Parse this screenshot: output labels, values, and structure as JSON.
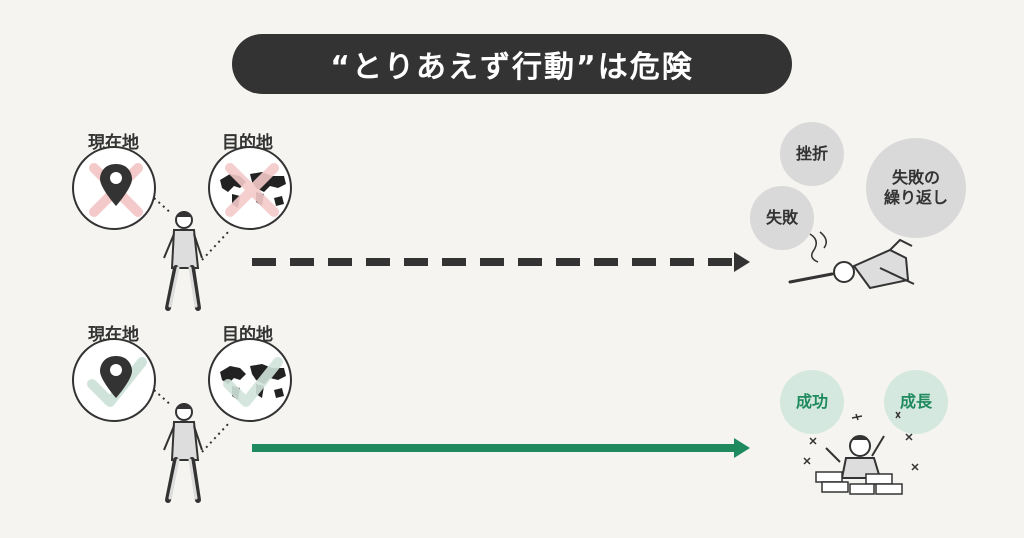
{
  "title": "“とりあえず行動”は危険",
  "rows": [
    {
      "id": "bad",
      "current_label": "現在地",
      "destination_label": "目的地",
      "mark_icon": "cross-mark-icon",
      "mark_color": "#f4c9c9",
      "arrow_style": "dashed",
      "arrow_color": "#333333",
      "outcomes": [
        "挫折",
        "失敗",
        "失敗の\n繰り返し"
      ],
      "bubble_color": "#d9d9d9"
    },
    {
      "id": "good",
      "current_label": "現在地",
      "destination_label": "目的地",
      "mark_icon": "check-mark-icon",
      "mark_color": "#cfe3da",
      "arrow_style": "solid",
      "arrow_color": "#1e8a5e",
      "outcomes": [
        "成功",
        "成長"
      ],
      "bubble_color": "#d5e8df"
    }
  ]
}
